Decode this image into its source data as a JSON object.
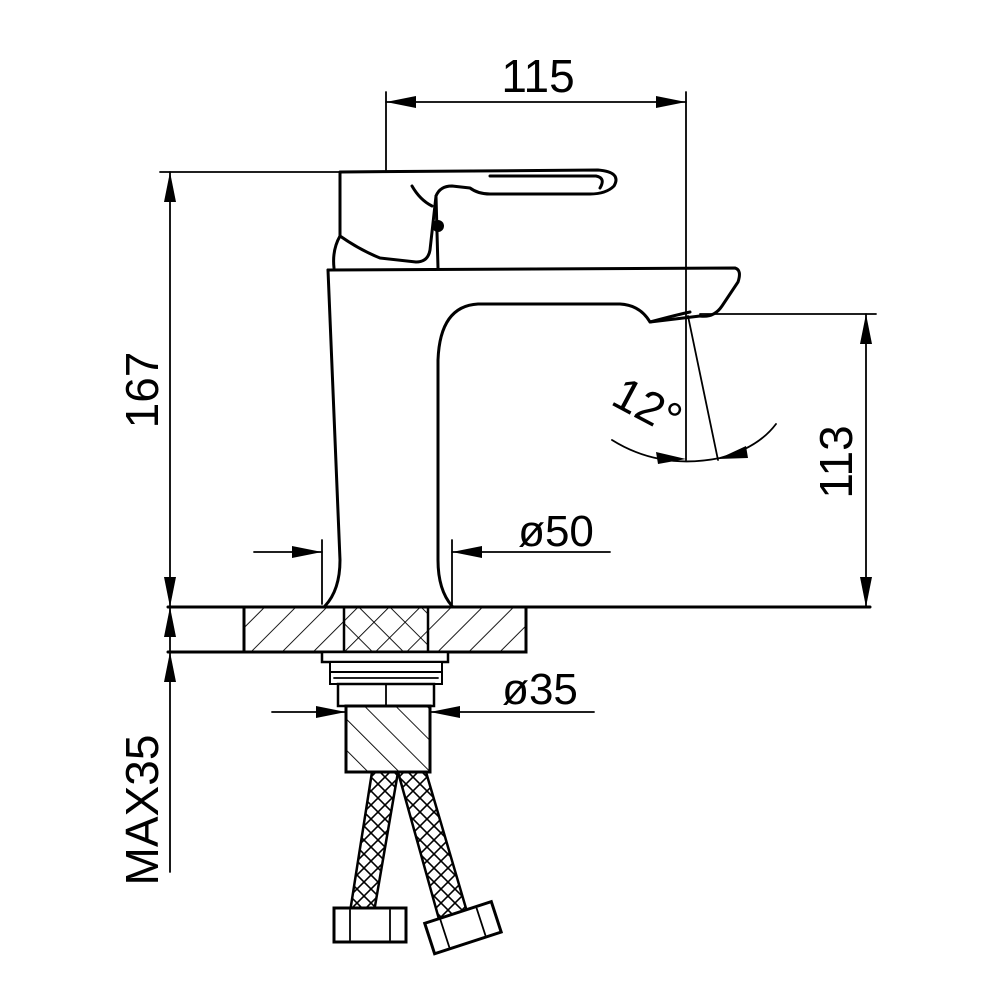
{
  "dimensions": {
    "spout_reach": "115",
    "total_height": "167",
    "spout_height": "113",
    "base_diameter": "ø50",
    "thread_diameter": "ø35",
    "max_deck_thickness": "MAX35",
    "handle_angle": "12°"
  }
}
